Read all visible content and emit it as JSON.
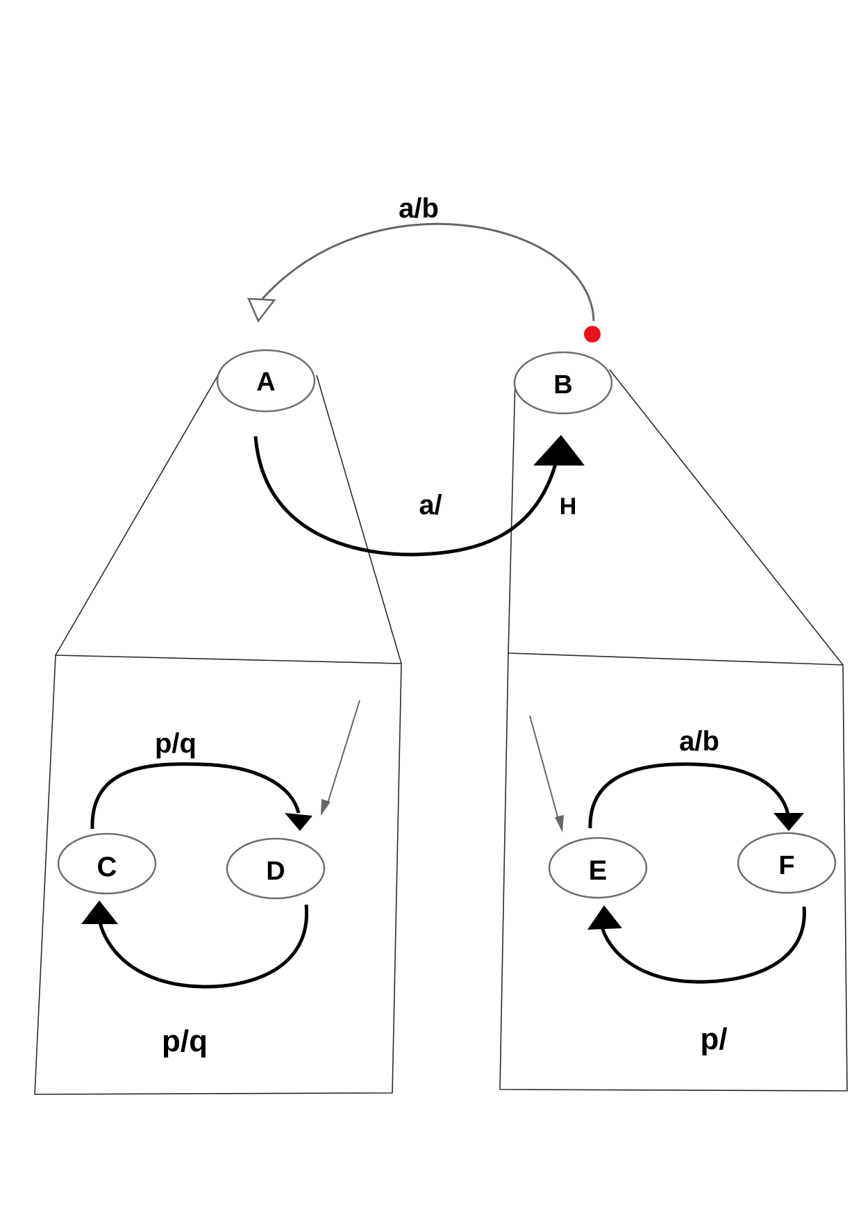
{
  "diagram": {
    "states": {
      "a": "A",
      "b": "B",
      "c": "C",
      "d": "D",
      "e": "E",
      "f": "F"
    },
    "transitions": {
      "b_to_a": "a/b",
      "a_to_b": "a/",
      "a_to_b_marker": "H",
      "c_to_d": "p/q",
      "d_to_c": "p/q",
      "e_to_f": "a/b",
      "f_to_e": "p/"
    },
    "colors": {
      "dot": "#e8131a",
      "ellipse_stroke": "#6e6e6e",
      "arrow": "#000000"
    }
  }
}
